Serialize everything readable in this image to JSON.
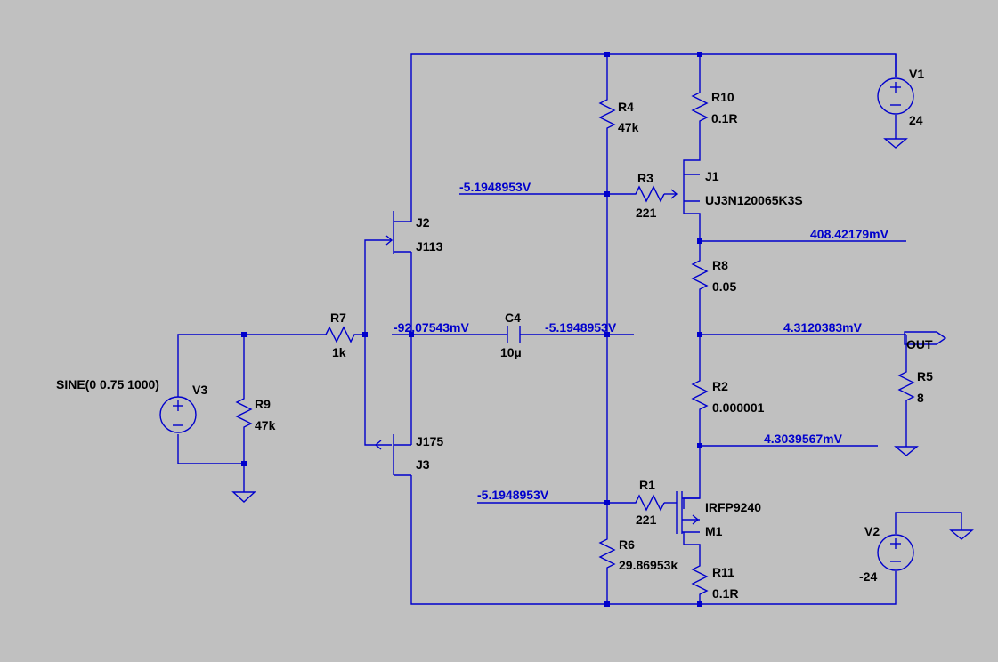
{
  "components": {
    "V1": {
      "name": "V1",
      "value": "24"
    },
    "V2": {
      "name": "V2",
      "value": "-24"
    },
    "V3": {
      "name": "V3",
      "value": "SINE(0 0.75 1000)"
    },
    "R1": {
      "name": "R1",
      "value": "221"
    },
    "R2": {
      "name": "R2",
      "value": "0.000001"
    },
    "R3": {
      "name": "R3",
      "value": "221"
    },
    "R4": {
      "name": "R4",
      "value": "47k"
    },
    "R5": {
      "name": "R5",
      "value": "8"
    },
    "R6": {
      "name": "R6",
      "value": "29.86953k"
    },
    "R7": {
      "name": "R7",
      "value": "1k"
    },
    "R8": {
      "name": "R8",
      "value": "0.05"
    },
    "R9": {
      "name": "R9",
      "value": "47k"
    },
    "R10": {
      "name": "R10",
      "value": "0.1R"
    },
    "R11": {
      "name": "R11",
      "value": "0.1R"
    },
    "C4": {
      "name": "C4",
      "value": "10µ"
    },
    "J1": {
      "name": "J1",
      "value": "UJ3N120065K3S"
    },
    "J2": {
      "name": "J2",
      "value": "J113"
    },
    "J3": {
      "name": "J3",
      "value": "J175"
    },
    "M1": {
      "name": "M1",
      "value": "IRFP9240"
    }
  },
  "probes": {
    "gate_top": "-5.1948953V",
    "gate_bottom": "-5.1948953V",
    "mid_left": "-92.07543mV",
    "mid_right": "-5.1948953V",
    "j1_source": "408.42179mV",
    "out_node": "4.3120383mV",
    "m1_source": "4.3039567mV"
  },
  "out_port": "OUT"
}
